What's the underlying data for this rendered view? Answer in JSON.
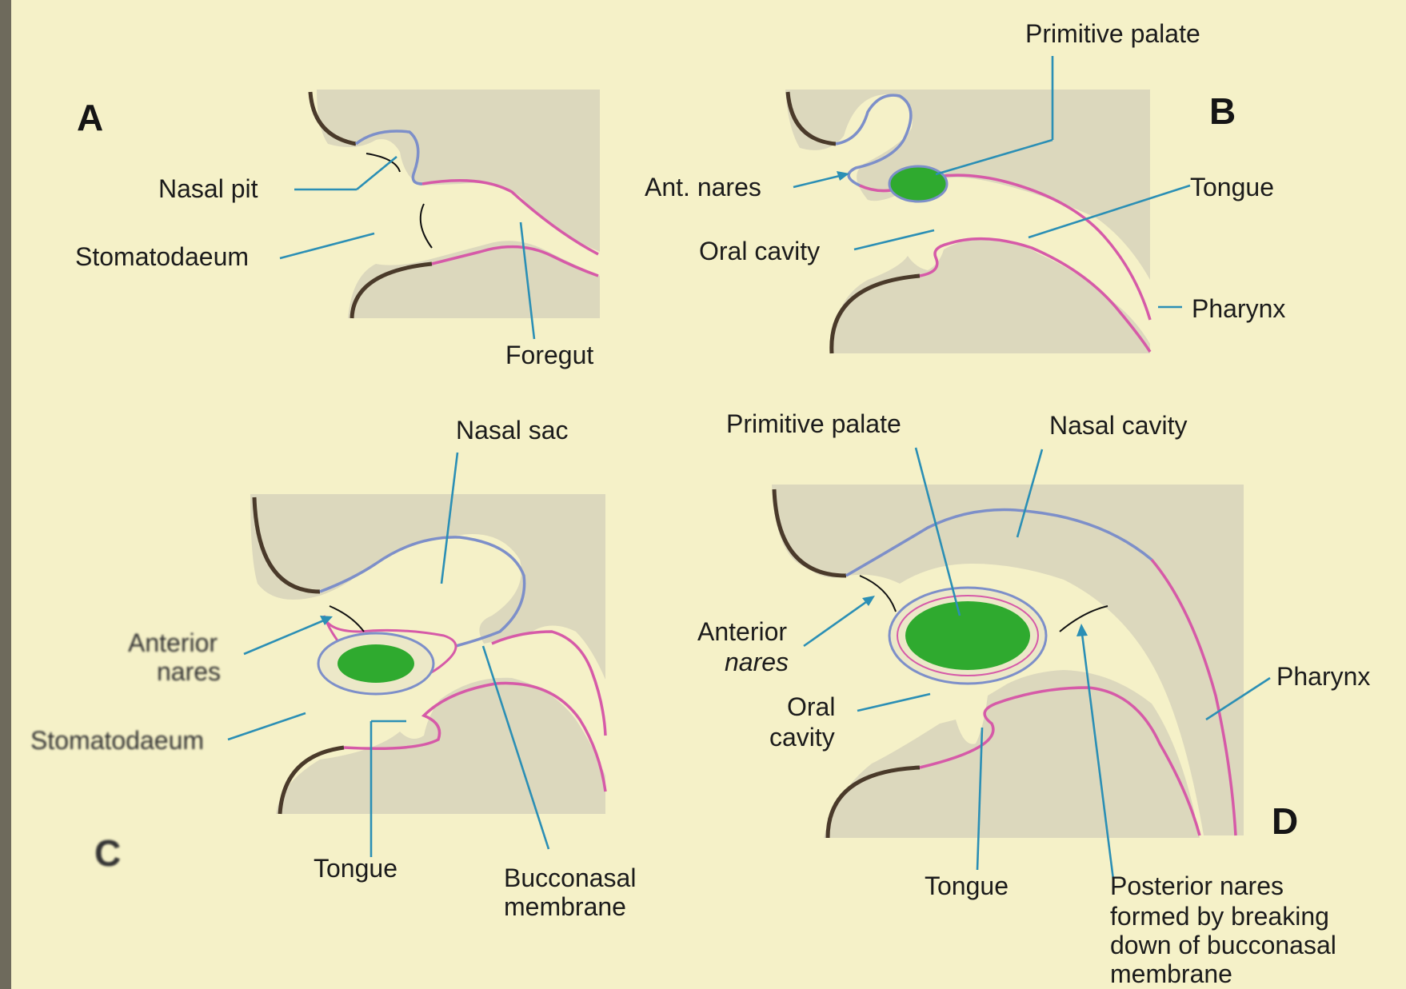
{
  "panels": {
    "A": {
      "letter": "A",
      "labels": {
        "nasal_pit": "Nasal pit",
        "stomatodaeum": "Stomatodaeum",
        "foregut": "Foregut"
      }
    },
    "B": {
      "letter": "B",
      "labels": {
        "primitive_palate": "Primitive palate",
        "ant_nares": "Ant. nares",
        "tongue": "Tongue",
        "oral_cavity": "Oral cavity",
        "pharynx": "Pharynx"
      }
    },
    "C": {
      "letter": "C",
      "labels": {
        "nasal_sac": "Nasal sac",
        "anterior_nares_line1": "Anterior",
        "anterior_nares_line2": "nares",
        "stomatodaeum": "Stomatodaeum",
        "tongue": "Tongue",
        "bucconasal_line1": "Bucconasal",
        "bucconasal_line2": "membrane"
      }
    },
    "D": {
      "letter": "D",
      "labels": {
        "primitive_palate": "Primitive palate",
        "nasal_cavity": "Nasal cavity",
        "anterior_nares_line1": "Anterior",
        "anterior_nares_line2": "nares",
        "oral_cavity_line1": "Oral",
        "oral_cavity_line2": "cavity",
        "pharynx": "Pharynx",
        "tongue": "Tongue",
        "posterior_line1": "Posterior nares",
        "posterior_line2": "formed by breaking",
        "posterior_line3": "down of bucconasal",
        "posterior_line4": "membrane"
      }
    }
  },
  "colors": {
    "background": "#f5f1c8",
    "tissue": "#dcd8bd",
    "ectoderm": "#4a3a2a",
    "endoderm": "#d65aa8",
    "nasal_epithelium": "#7d8fc9",
    "palate": "#2faa2f",
    "pointer": "#2b8fb5"
  }
}
